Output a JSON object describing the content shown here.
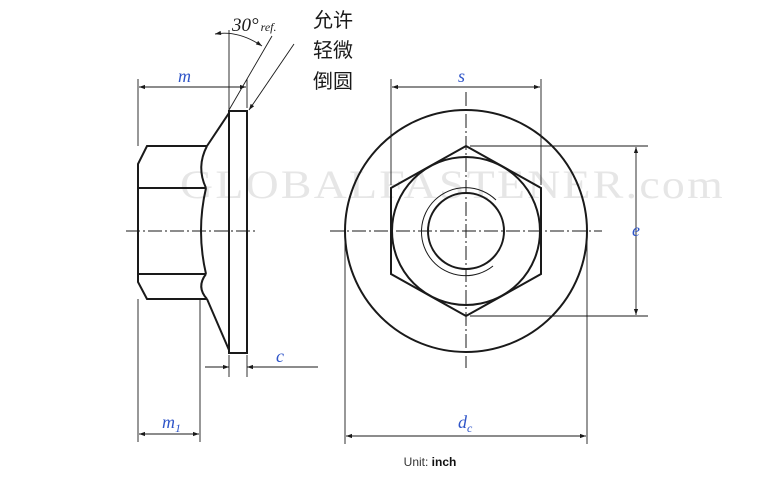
{
  "watermark": "GLOBALFASTENER.com",
  "labels": {
    "m": "m",
    "m1_base": "m",
    "m1_sub": "1",
    "c": "c",
    "s": "s",
    "e": "e",
    "dc_base": "d",
    "dc_sub": "c"
  },
  "angle_note": {
    "value": "30°",
    "suffix": "ref."
  },
  "chamfer_note": [
    "允许",
    "轻微",
    "倒圆"
  ],
  "unit": {
    "prefix": "Unit: ",
    "value": "inch"
  }
}
